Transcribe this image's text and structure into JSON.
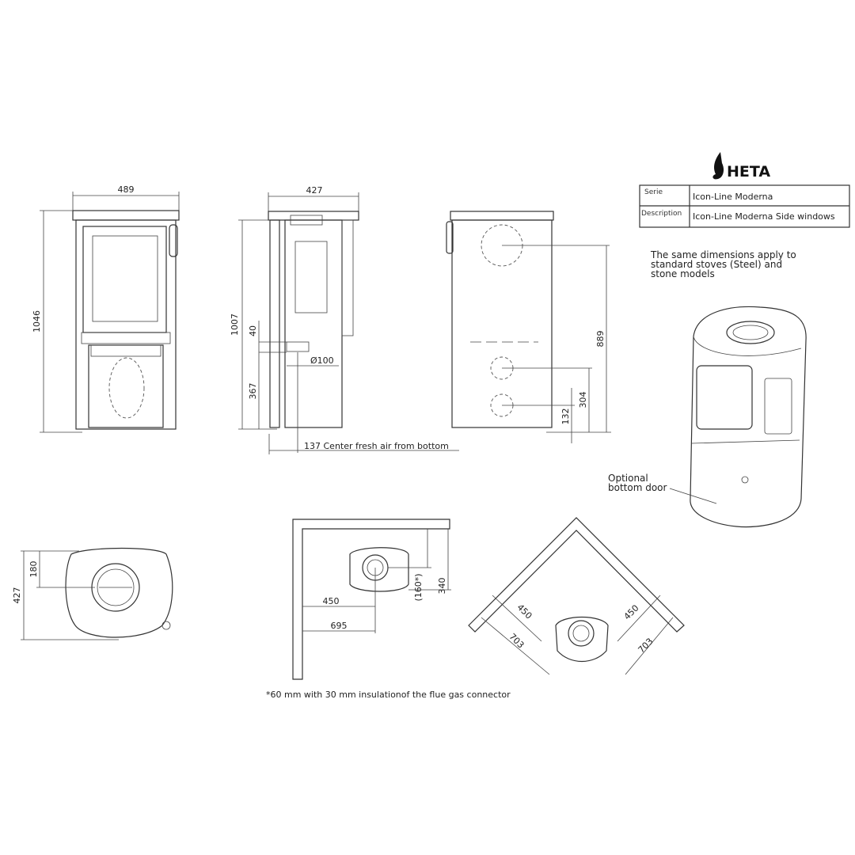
{
  "brand": {
    "name": "HETA"
  },
  "title_block": {
    "serie_label": "Serie",
    "serie_value": "Icon-Line Moderna",
    "description_label": "Description",
    "description_value": "Icon-Line Moderna Side windows"
  },
  "note_lines": [
    "The same dimensions apply to",
    "standard stoves (Steel) and",
    "stone models"
  ],
  "front_view": {
    "width": "489",
    "height": "1046"
  },
  "side_view": {
    "depth": "427",
    "height": "1007",
    "dim_40": "40",
    "dim_367": "367",
    "diameter": "Ø100",
    "fresh_air": "137 Center fresh air from bottom"
  },
  "rear_view": {
    "height": "889",
    "dim_304": "304",
    "dim_132": "132"
  },
  "top_view": {
    "dim_180": "180",
    "dim_427": "427"
  },
  "wall_view": {
    "dim_450": "450",
    "dim_695": "695",
    "dim_340": "340",
    "dim_160": "(160*)"
  },
  "corner_view": {
    "left_450": "450",
    "left_703": "703",
    "right_450": "450",
    "right_703": "703"
  },
  "bottom_door_label": [
    "Optional",
    "bottom door"
  ],
  "footnote": "*60 mm with 30 mm insulationof the flue gas connector"
}
